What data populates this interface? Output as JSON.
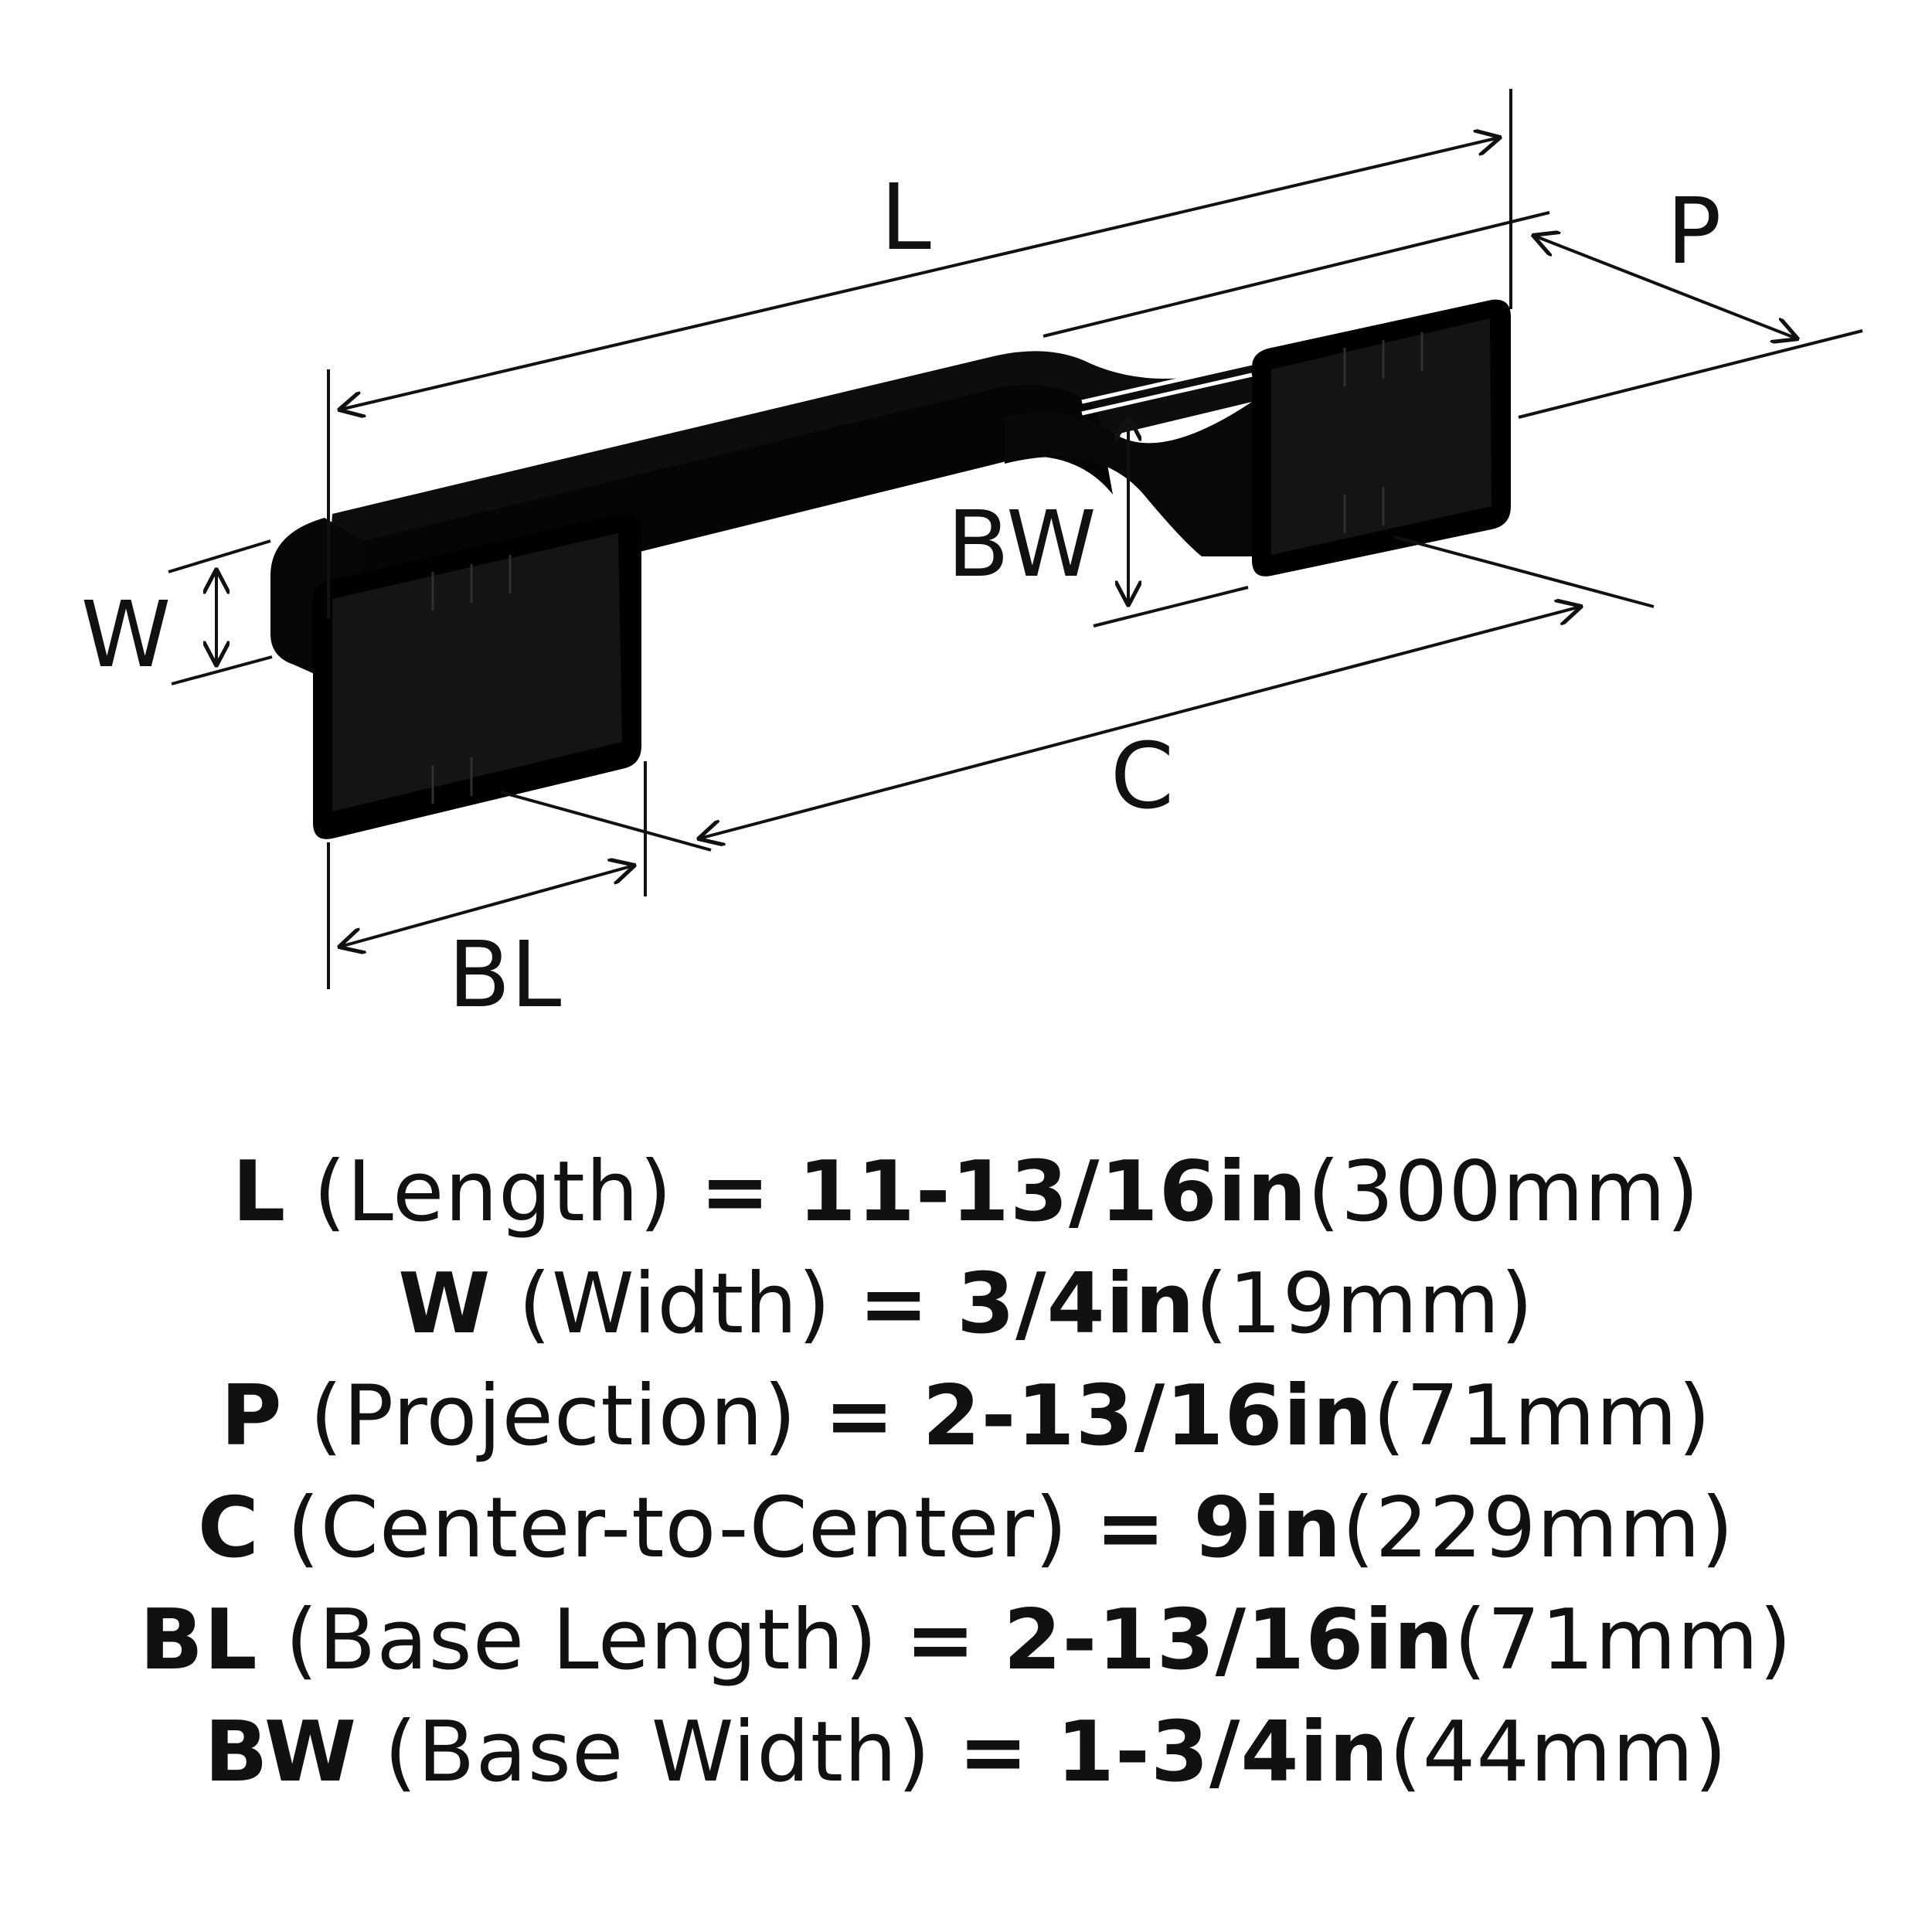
{
  "labels": {
    "L": "L",
    "P": "P",
    "W": "W",
    "BW": "BW",
    "C": "C",
    "BL": "BL"
  },
  "specs": [
    {
      "code": "L",
      "name": "(Length)",
      "eq": "=",
      "imperial": "11-13/16in",
      "metric": "(300mm)"
    },
    {
      "code": "W",
      "name": "(Width)",
      "eq": "=",
      "imperial": "3/4in",
      "metric": "(19mm)"
    },
    {
      "code": "P",
      "name": "(Projection)",
      "eq": "=",
      "imperial": "2-13/16in",
      "metric": "(71mm)"
    },
    {
      "code": "C",
      "name": "(Center-to-Center)",
      "eq": "=",
      "imperial": "9in",
      "metric": "(229mm)"
    },
    {
      "code": "BL",
      "name": "(Base Length)",
      "eq": "=",
      "imperial": "2-13/16in",
      "metric": "(71mm)"
    },
    {
      "code": "BW",
      "name": "(Base Width)",
      "eq": "=",
      "imperial": "1-3/4in",
      "metric": "(44mm)"
    }
  ],
  "colors": {
    "product": "#0a0a0a",
    "line": "#111111",
    "background": "#ffffff"
  }
}
